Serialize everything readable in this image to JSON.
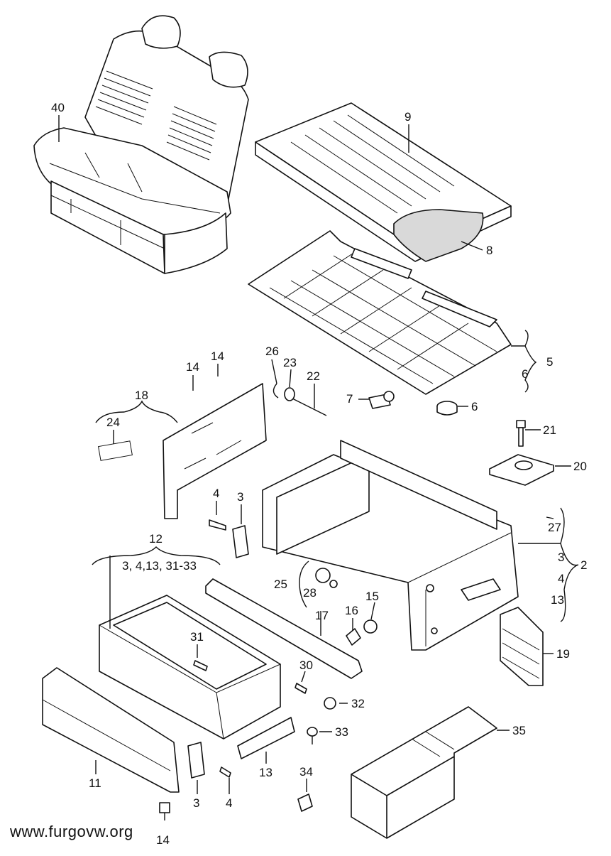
{
  "watermark": "www.furgovw.org",
  "parts": {
    "p40": "40",
    "p9": "9",
    "p8": "8",
    "p5": "5",
    "p6a": "6",
    "p6b": "6",
    "p7": "7",
    "p26": "26",
    "p23": "23",
    "p22": "22",
    "p14a": "14",
    "p14b": "14",
    "p14c": "14",
    "p18": "18",
    "p24": "24",
    "p21": "21",
    "p20": "20",
    "p4a": "4",
    "p3a": "3",
    "p27": "27",
    "p2": "2",
    "p3b": "3",
    "p4b": "4",
    "p13a": "13",
    "p12": "12",
    "p12sub": "3, 4,13, 31-33",
    "p25": "25",
    "p28": "28",
    "p16": "16",
    "p15": "15",
    "p17": "17",
    "p19": "19",
    "p31": "31",
    "p30": "30",
    "p32": "32",
    "p33": "33",
    "p35": "35",
    "p11": "11",
    "p3c": "3",
    "p4c": "4",
    "p13b": "13",
    "p34": "34"
  }
}
